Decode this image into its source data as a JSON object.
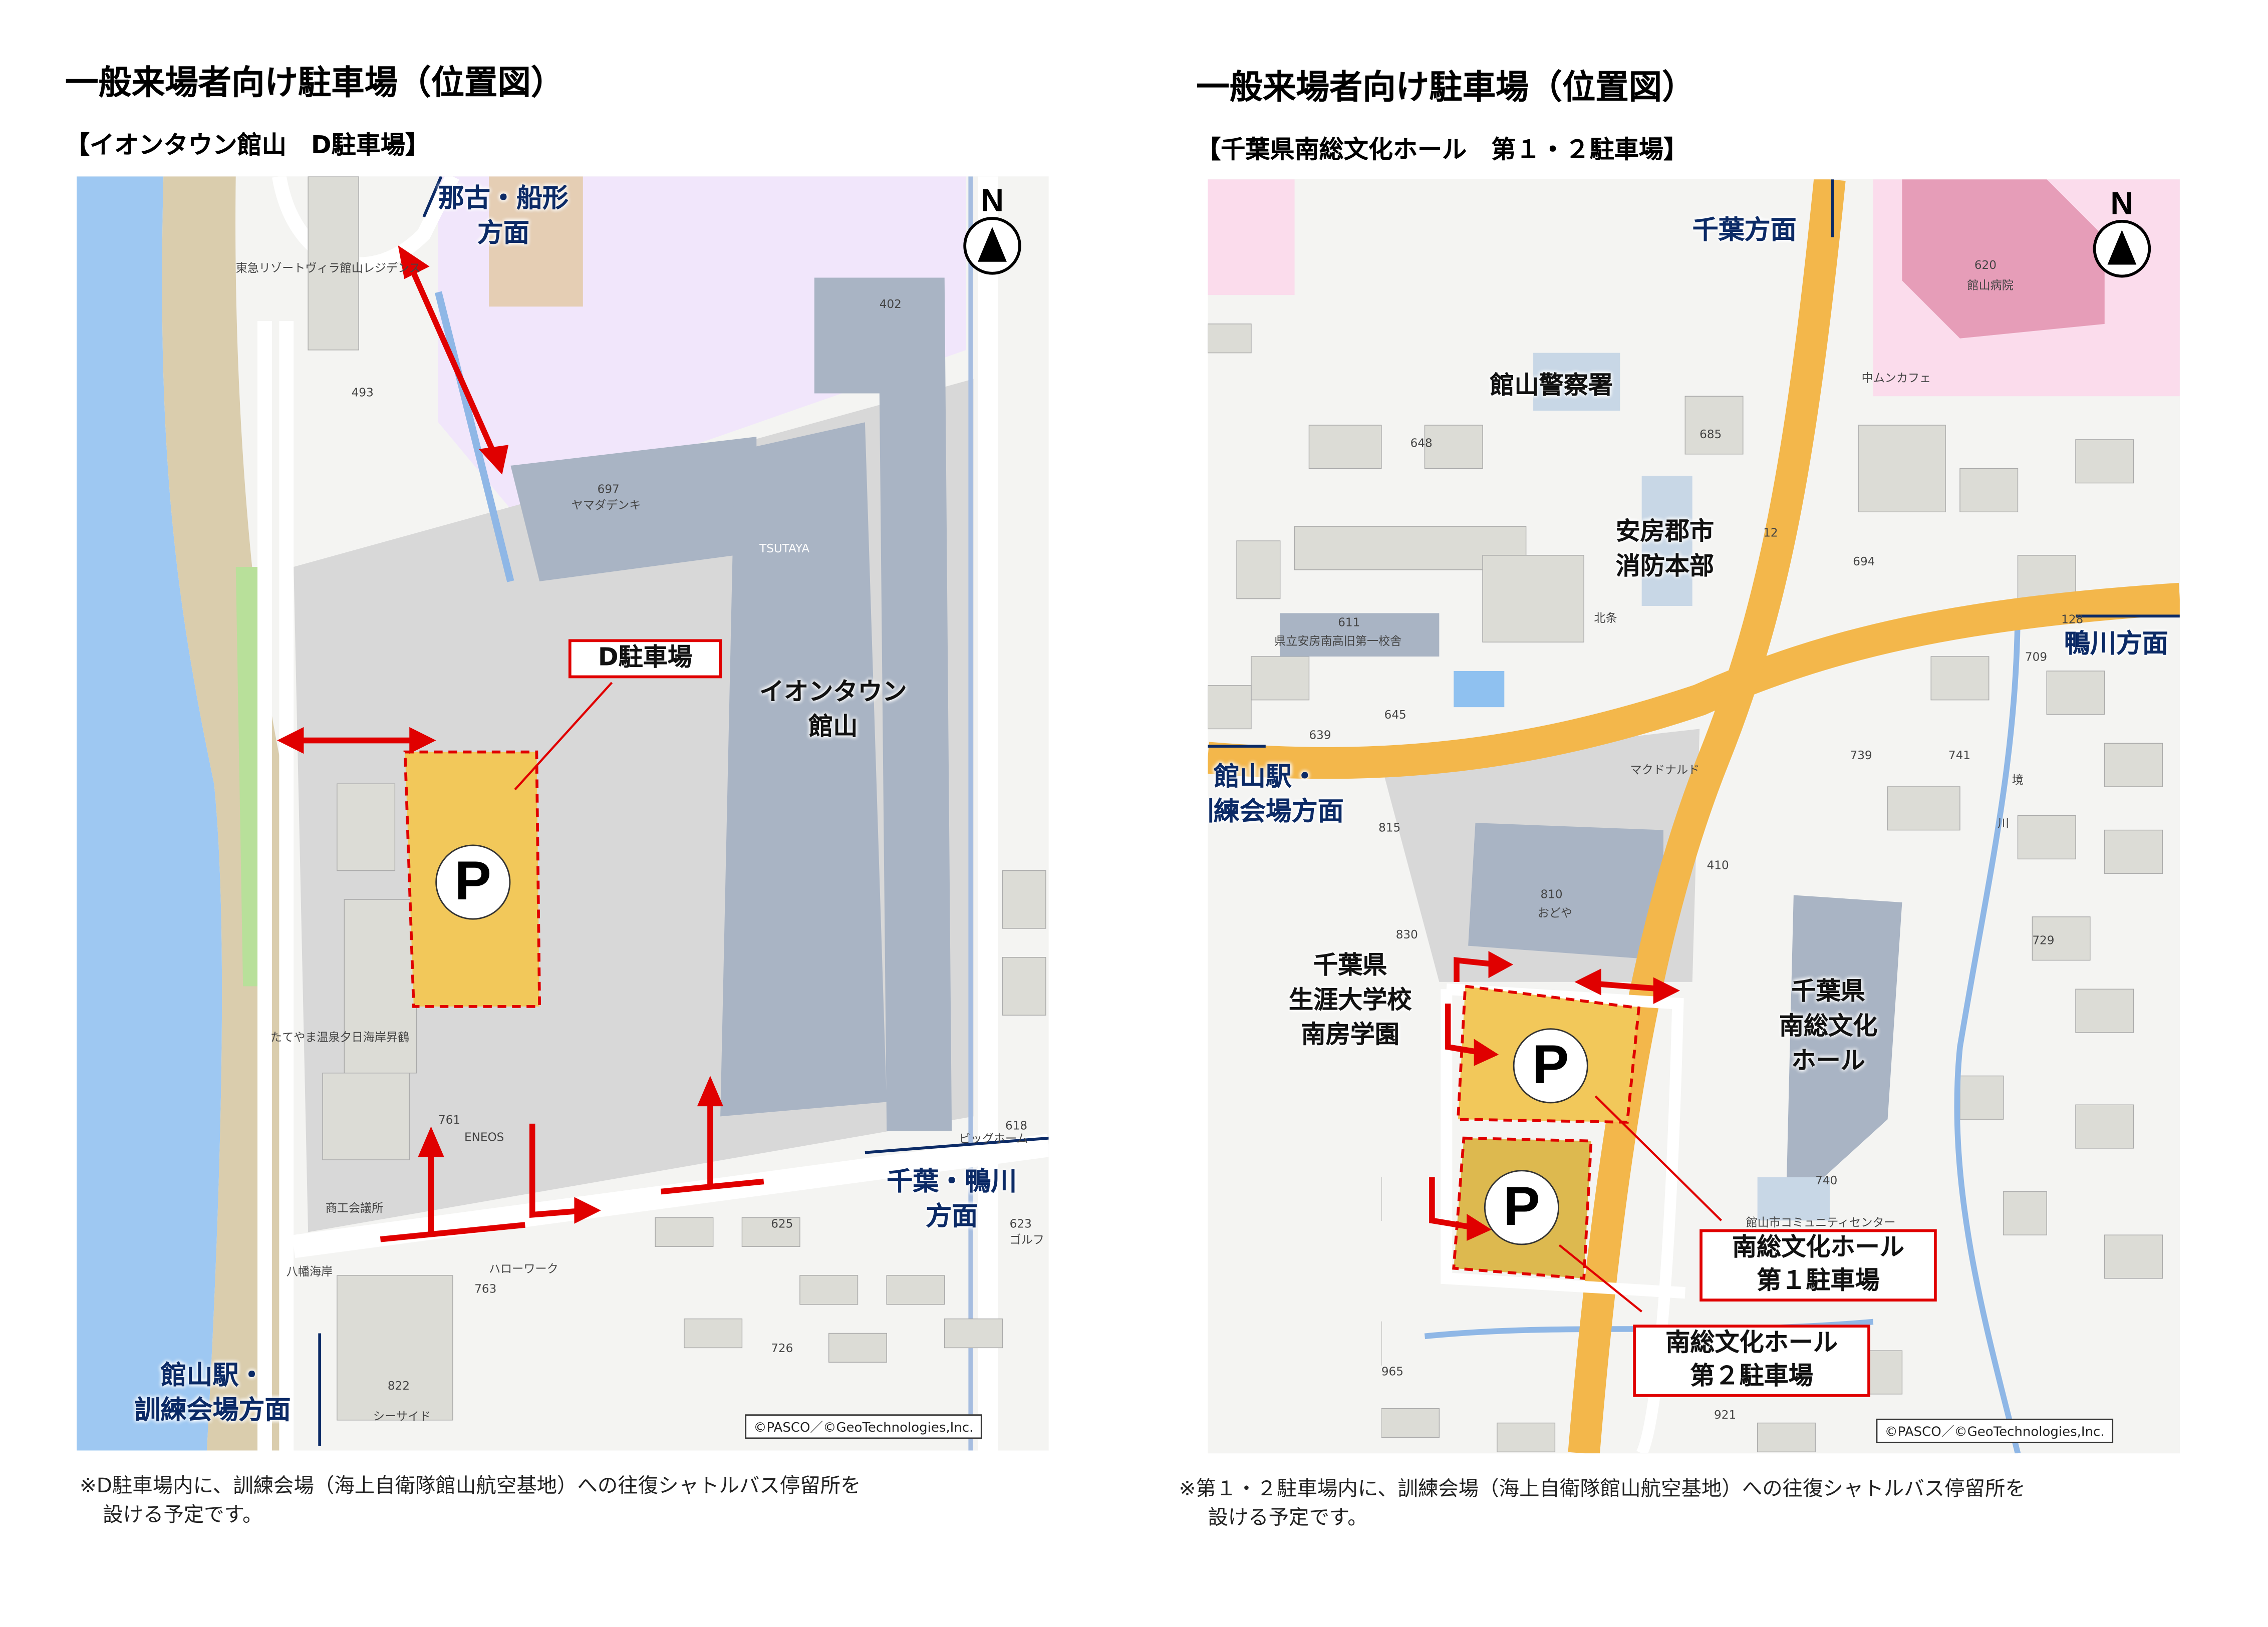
{
  "left": {
    "title": "一般来場者向け駐車場（位置図）",
    "subtitle": "【イオンタウン館山　D駐車場】",
    "map": {
      "directions": [
        "那古・船形\n方面",
        "千葉・鴨川\n方面",
        "館山駅・\n訓練会場方面"
      ],
      "facility": "イオンタウン\n館山",
      "parking_callout": "D駐車場",
      "parking_symbol": "P",
      "north": "N",
      "small_labels": [
        "東急リゾートヴィラ館山レジデンス",
        "493",
        "697",
        "ヤマダデンキ",
        "TSUTAYA",
        "402",
        "たてやま温泉夕日海岸昇鶴",
        "761",
        "ENEOS",
        "商工会議所",
        "八幡海岸",
        "ハローワーク",
        "763",
        "822",
        "シーサイド",
        "618",
        "ビッグホーム",
        "623",
        "ゴルフ",
        "625",
        "726"
      ],
      "copyright": "©PASCO／©GeoTechnologies,Inc."
    },
    "note": [
      "※D駐車場内に、訓練会場（海上自衛隊館山航空基地）への往復シャトルバス停留所を",
      "設ける予定です。"
    ]
  },
  "right": {
    "title": "一般来場者向け駐車場（位置図）",
    "subtitle": "【千葉県南総文化ホール　第１・２駐車場】",
    "map": {
      "directions": [
        "千葉方面",
        "鴨川方面",
        "館山駅・\n訓練会場方面"
      ],
      "landmarks": [
        "館山警察署",
        "安房郡市\n消防本部",
        "千葉県\n生涯大学校\n南房学園",
        "千葉県\n南総文化\nホール"
      ],
      "parking_callouts": [
        "南総文化ホール\n第１駐車場",
        "南総文化ホール\n第２駐車場"
      ],
      "parking_symbol": "P",
      "north": "N",
      "small_labels": [
        "館山病院",
        "620",
        "中ムンカフェ",
        "685",
        "648",
        "611",
        "県立安房南高旧第一校舎",
        "北条",
        "645",
        "639",
        "マクドナルド",
        "810",
        "おどや",
        "830",
        "815",
        "694",
        "709",
        "739",
        "741",
        "境",
        "川",
        "729",
        "740",
        "館山市コミュニティセンター",
        "965",
        "921",
        "128",
        "410",
        "12"
      ],
      "copyright": "©PASCO／©GeoTechnologies,Inc."
    },
    "note": [
      "※第１・２駐車場内に、訓練会場（海上自衛隊館山航空基地）への往復シャトルバス停留所を",
      "設ける予定です。"
    ]
  },
  "colors": {
    "parking_fill": "#f2c85a",
    "parking_border": "#e00000",
    "arrow": "#e00000",
    "direction_text": "#0b2a66",
    "road_major": "#f3b74b",
    "sea": "#9ec8f2",
    "beach": "#dacdad",
    "commercial": "#f1e6fb",
    "hospital": "#fbdcec",
    "building": "#a9b4c4"
  }
}
